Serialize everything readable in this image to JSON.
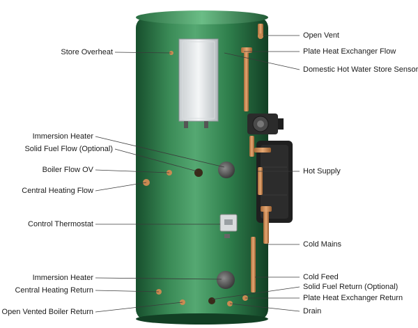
{
  "colors": {
    "cylinder_light": "#4fa06a",
    "cylinder_mid": "#2f7f4c",
    "cylinder_dark": "#174f2d",
    "copper": "#c98a52",
    "leader_line": "#3a3a3a"
  },
  "labels": {
    "left": [
      "Store Overheat",
      "Immersion Heater",
      "Solid Fuel Flow (Optional)",
      "Boiler Flow OV",
      "Central Heating Flow",
      "Control Thermostat",
      "Immersion Heater",
      "Central Heating Return",
      "Open Vented Boiler Return"
    ],
    "right": [
      "Open Vent",
      "Plate Heat Exchanger Flow",
      "Domestic Hot Water Store Sensor",
      "Hot Supply",
      "Cold Mains",
      "Cold Feed",
      "Solid Fuel Return (Optional)",
      "Plate Heat Exchanger Return",
      "Drain"
    ]
  }
}
